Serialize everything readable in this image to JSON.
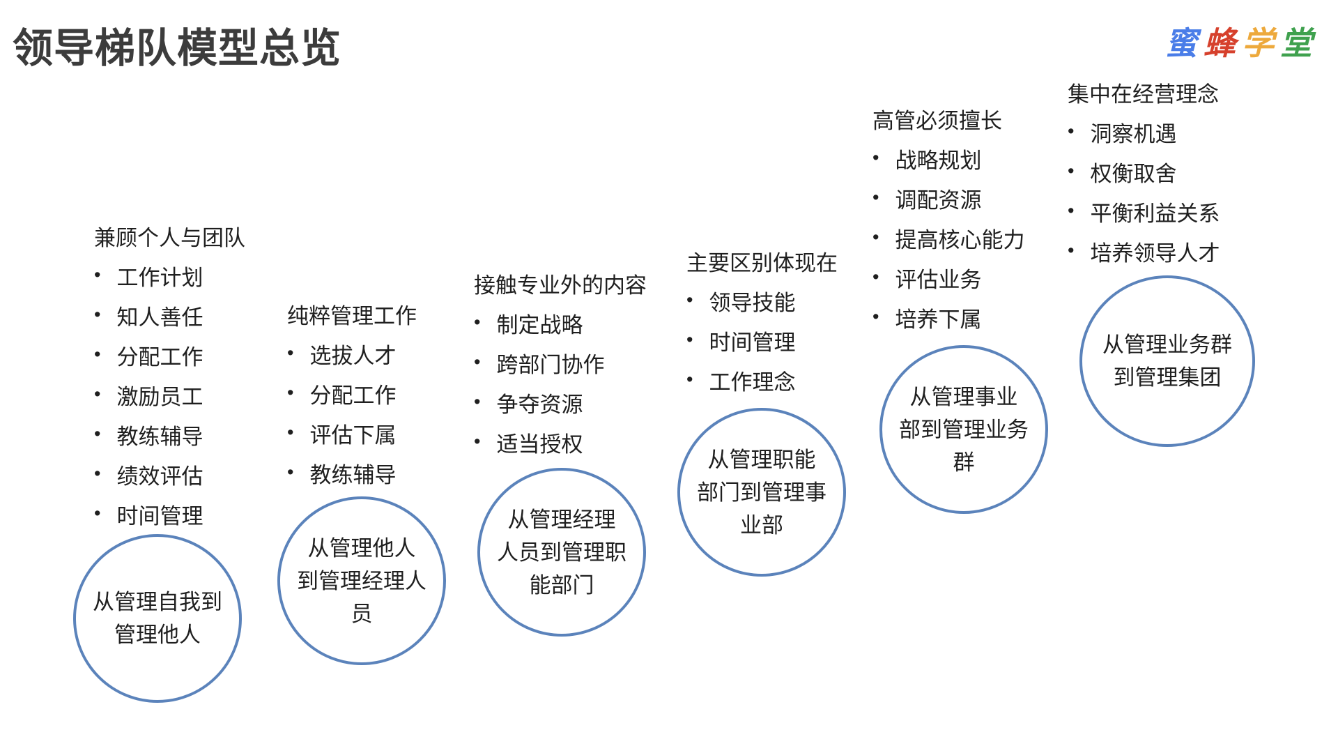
{
  "page": {
    "title": "领导梯队模型总览",
    "background": "#ffffff",
    "accent": "#5b83bb",
    "text_color": "#1f1f1f"
  },
  "logo": {
    "name": "蜜蜂学堂",
    "chars": [
      {
        "ch": "蜜",
        "color": "#4a7de8"
      },
      {
        "ch": "蜂",
        "color": "#d6402c"
      },
      {
        "ch": "学",
        "color": "#eda93c"
      },
      {
        "ch": "堂",
        "color": "#3fa14e"
      }
    ]
  },
  "stages": [
    {
      "list": {
        "header": "兼顾个人与团队",
        "items": [
          "工作计划",
          "知人善任",
          "分配工作",
          "激励员工",
          "教练辅导",
          "绩效评估",
          "时间管理"
        ]
      },
      "circle": "从管理自我到\n管理他人"
    },
    {
      "list": {
        "header": "纯粹管理工作",
        "items": [
          "选拔人才",
          "分配工作",
          "评估下属",
          "教练辅导"
        ]
      },
      "circle": "从管理他人\n到管理经理人\n员"
    },
    {
      "list": {
        "header": "接触专业外的内容",
        "items": [
          "制定战略",
          "跨部门协作",
          "争夺资源",
          "适当授权"
        ]
      },
      "circle": "从管理经理\n人员到管理职\n能部门"
    },
    {
      "list": {
        "header": "主要区别体现在",
        "items": [
          "领导技能",
          "时间管理",
          "工作理念"
        ]
      },
      "circle": "从管理职能\n部门到管理事\n业部"
    },
    {
      "list": {
        "header": "高管必须擅长",
        "items": [
          "战略规划",
          "调配资源",
          "提高核心能力",
          "评估业务",
          "培养下属"
        ]
      },
      "circle": "从管理事业\n部到管理业务\n群"
    },
    {
      "list": {
        "header": "集中在经营理念",
        "items": [
          "洞察机遇",
          "权衡取舍",
          "平衡利益关系",
          "培养领导人才"
        ]
      },
      "circle": "从管理业务群\n到管理集团"
    }
  ]
}
